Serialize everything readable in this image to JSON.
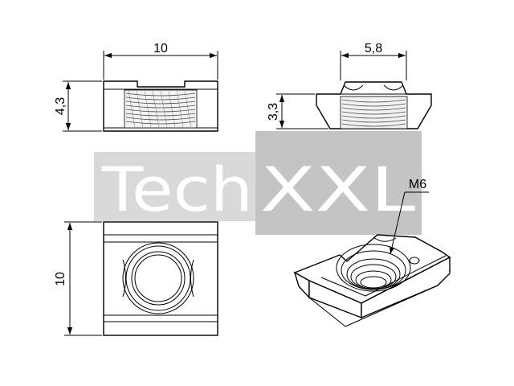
{
  "watermark": {
    "part1": "Tech",
    "part2": "XXL",
    "light_color": "#d9d9d9",
    "dark_color": "#c4c4c4"
  },
  "dimensions": {
    "top_left_width": "10",
    "top_left_height": "4,3",
    "top_right_width": "5,8",
    "top_right_height": "3,3",
    "bottom_left_height": "10"
  },
  "thread_label": "M6"
}
